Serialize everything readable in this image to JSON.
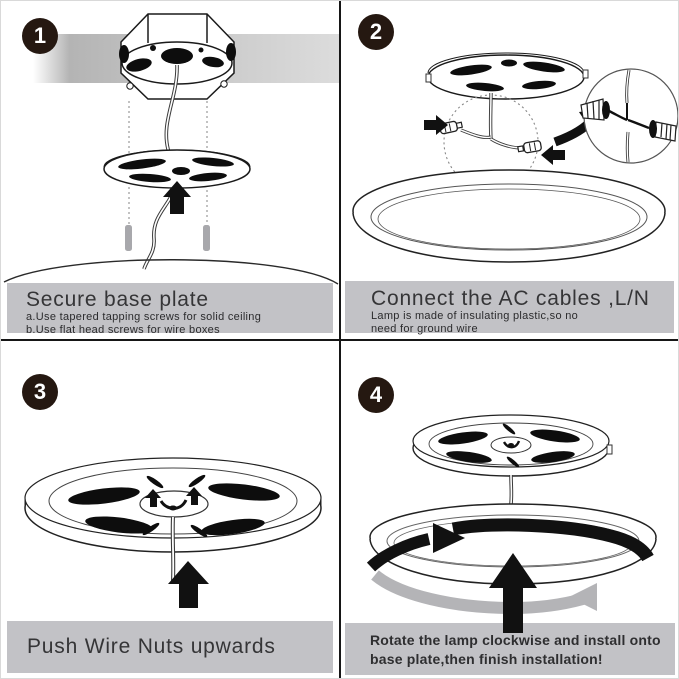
{
  "title": "Ceiling lamp installation instructions",
  "colors": {
    "caption_bg": "#c2c2c6",
    "badge_bg": "#251811",
    "line_art": "#1a1a1a",
    "arrow_black": "#111111",
    "arrow_gray": "#b4b4b7",
    "ceiling_gray": "#c6c6c6",
    "screw_gray": "#a8a8ac"
  },
  "icons": {
    "up_arrow": "solid black upward arrow",
    "small_up_arrows": "small black upward arrows on wire nuts",
    "inward_arrows": "black arrows pointing at AC connectors",
    "zoom_swoosh_arrow": "curved black arrow to magnified view",
    "rotate_clockwise_arrow": "thick black clockwise rotation band",
    "rotate_counter_gray_arrow": "gray counter-rotation band"
  },
  "panel1": {
    "step": "1",
    "title": "Secure base plate",
    "sub1": "a.Use tapered tapping screws for solid ceiling",
    "sub2": "b.Use flat head screws for wire boxes"
  },
  "panel2": {
    "step": "2",
    "title": "Connect the AC cables ,L/N",
    "sub1": "Lamp is made of insulating plastic,so no",
    "sub2": "need for ground wire"
  },
  "panel3": {
    "step": "3",
    "title": "Push Wire Nuts upwards"
  },
  "panel4": {
    "step": "4",
    "line1": "Rotate the lamp clockwise and install onto",
    "line2": "base plate,then finish installation!"
  }
}
